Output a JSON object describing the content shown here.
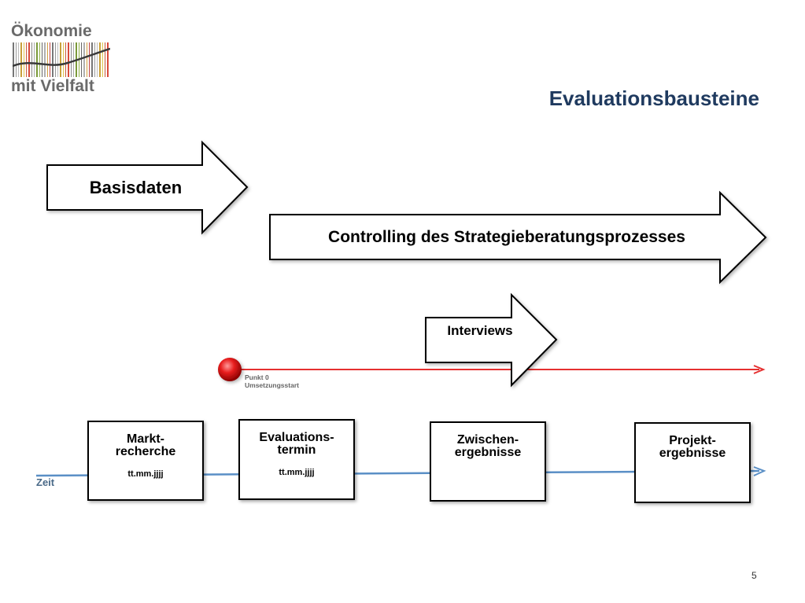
{
  "logo": {
    "line1": "Ökonomie",
    "line2": "mit Vielfalt"
  },
  "title": "Evaluationsbausteine",
  "arrows": {
    "basisdaten": "Basisdaten",
    "controlling": "Controlling des Strategieberatungsprozesses",
    "interviews": "Interviews"
  },
  "timeline": {
    "punkt_line1": "Punkt 0",
    "punkt_line2": "Umsetzungsstart",
    "zeit": "Zeit"
  },
  "boxes": [
    {
      "line1": "Markt-",
      "line2": "recherche",
      "date": "tt.mm.jjjj"
    },
    {
      "line1": "Evaluations-",
      "line2": "termin",
      "date": "tt.mm.jjjj"
    },
    {
      "line1": "Zwischen-",
      "line2": "ergebnisse"
    },
    {
      "line1": "Projekt-",
      "line2": "ergebnisse"
    }
  ],
  "page_number": "5",
  "colors": {
    "title": "#1f3a5f",
    "red_line": "#e53030",
    "blue_line": "#5a8fc6"
  }
}
